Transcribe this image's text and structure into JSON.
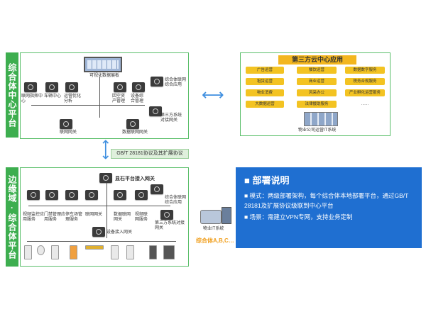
{
  "sidebars": {
    "top": "综合体中心平台",
    "bottom": "边缘域·综合体平台"
  },
  "center": {
    "dashboard": "可视化数据展板",
    "nodes": [
      "联网指挥中心",
      "车辆中心",
      "运营优化分析",
      "因空资产管理",
      "设备综合管理"
    ],
    "side_label": "综合体联网综合应用",
    "gateway_third": "第三方系统对接网关",
    "net_gateway": "联网网关",
    "data_gateway": "数据联网网关"
  },
  "protocol": "GB/T 28181协议及其扩展协议",
  "cloud": {
    "title": "第三方云中心应用",
    "apps": [
      [
        "广告运营",
        "餐饮运营",
        "数据数字服务"
      ],
      [
        "租赁运营",
        "商业运营",
        "税务合规服务"
      ],
      [
        "物业消费",
        "风采办公",
        "产业孵化运营服务"
      ],
      [
        "大数据运营",
        "法律援助服务",
        "……"
      ]
    ],
    "footer": "物业公司运营IT系统"
  },
  "edge": {
    "gateway": "显石平台接入网关",
    "nodes": [
      "视频监控应用服务",
      "门禁管理应用服务",
      "停车场管理服务",
      "联网网关",
      "数据联网网关",
      "视频联网服务"
    ],
    "side_label": "综合体联网综合应用",
    "device_gateway": "设备接入网关",
    "third_gateway": "第三方系统对接网关",
    "property_it": "物业IT系统",
    "complexes": "综合体A,B,C…"
  },
  "note": {
    "title": "部署说明",
    "bullets": [
      "模式：两级部署架构，每个综合体本地部署平台，通过GB/T 28181及扩展协议级联到中心平台",
      "场景：需建立VPN专网，支持业务定制"
    ]
  },
  "colors": {
    "green": "#3dae4f",
    "yellow": "#f3c322",
    "blue": "#1f6fd1",
    "arrow": "#3f8fe0"
  },
  "icons": {
    "device": "network-device-icon",
    "bullet": "square-bullet-icon",
    "arrow": "double-arrow-icon"
  }
}
